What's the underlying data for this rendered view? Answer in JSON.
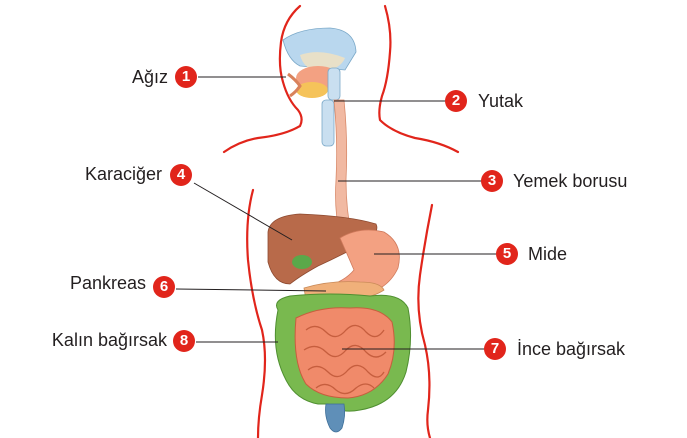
{
  "labels": {
    "mouth": {
      "number": "1",
      "text": "Ağız"
    },
    "pharynx": {
      "number": "2",
      "text": "Yutak"
    },
    "esophagus": {
      "number": "3",
      "text": "Yemek borusu"
    },
    "liver": {
      "number": "4",
      "text": "Karaciğer"
    },
    "stomach": {
      "number": "5",
      "text": "Mide"
    },
    "pancreas": {
      "number": "6",
      "text": "Pankreas"
    },
    "small_intestine": {
      "number": "7",
      "text": "İnce bağırsak"
    },
    "large_intestine": {
      "number": "8",
      "text": "Kalın bağırsak"
    }
  },
  "colors": {
    "body_outline": "#e1251b",
    "badge": "#e1251b",
    "liver": "#b86a4a",
    "stomach": "#f3a182",
    "small_intestine": "#f08a6a",
    "large_intestine": "#79b94f",
    "esophagus": "#f1b9a2",
    "head_blue": "#b9d7ee",
    "gall_bladder": "#5aa84a"
  }
}
